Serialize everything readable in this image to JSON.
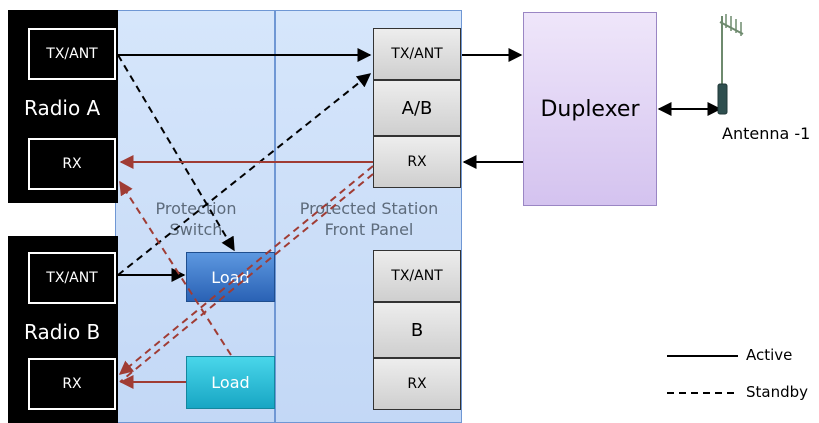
{
  "radio_a": {
    "name": "Radio A",
    "tx_label": "TX/ANT",
    "rx_label": "RX"
  },
  "radio_b": {
    "name": "Radio B",
    "tx_label": "TX/ANT",
    "rx_label": "RX"
  },
  "protection_switch": {
    "label_line1": "Protection",
    "label_line2": "Switch"
  },
  "front_panel": {
    "label_line1": "Protected Station",
    "label_line2": "Front Panel",
    "ports_a": [
      "TX/ANT",
      "A/B",
      "RX"
    ],
    "ports_b": [
      "TX/ANT",
      "B",
      "RX"
    ]
  },
  "loads": [
    "Load",
    "Load"
  ],
  "duplexer": {
    "label": "Duplexer"
  },
  "antenna": {
    "label": "Antenna -1"
  },
  "legend": {
    "active": "Active",
    "standby": "Standby"
  },
  "colors": {
    "tx_line": "#000000",
    "rx_line": "#a03c34",
    "panel_fill": "#c9dcf7",
    "duplexer_fill": "#e4d8f5"
  }
}
